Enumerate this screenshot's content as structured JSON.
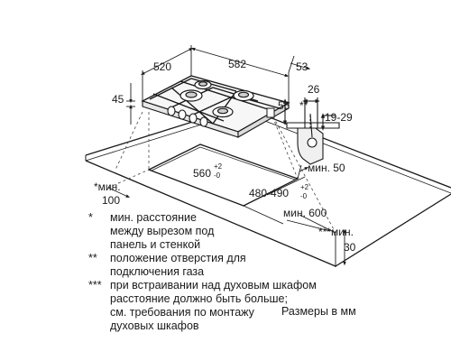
{
  "hob": {
    "dim_width": "520",
    "dim_depth": "582",
    "dim_height": "45",
    "dim_top_right": "53"
  },
  "connector": {
    "dim_26": "26",
    "dim_56": "56",
    "dim_19_29": "19-29",
    "marker": "**"
  },
  "cutout": {
    "depth_main": "560",
    "depth_tol_plus": "+2",
    "depth_tol_minus": "-0",
    "width_main": "480-490",
    "width_tol_plus": "+2",
    "width_tol_minus": "-0",
    "min_50": "мин. 50",
    "min_600": "мин. 600",
    "min_100_prefix": "*мин.",
    "min_100_value": "100",
    "min_30_prefix": "***мин.",
    "min_30_value": "30"
  },
  "notes": [
    {
      "mark": "*",
      "lines": [
        "мин. расстояние",
        "между вырезом под",
        "панель и стенкой"
      ]
    },
    {
      "mark": "**",
      "lines": [
        "положение отверстия для",
        "подключения газа"
      ]
    },
    {
      "mark": "***",
      "lines": [
        "при встраивании над духовым шкафом",
        "расстояние должно быть больше;",
        "см. требования по монтажу",
        "духовых шкафов"
      ]
    }
  ],
  "units_label": "Размеры в мм",
  "colors": {
    "line": "#1a1a1a",
    "dash": "#444444"
  }
}
